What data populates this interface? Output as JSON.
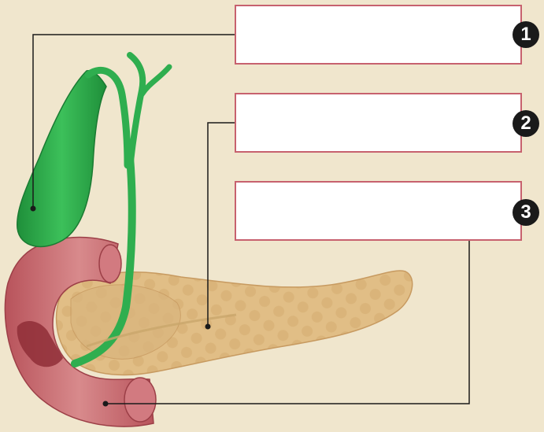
{
  "diagram": {
    "labels": [
      {
        "number": "1",
        "answer": ""
      },
      {
        "number": "2",
        "answer": ""
      },
      {
        "number": "3",
        "answer": ""
      }
    ]
  },
  "colors": {
    "background": "#f0e6cd",
    "box_border": "#c7616e",
    "gallbladder": "#2fae4f",
    "pancreas": "#dcb77f",
    "duodenum": "#c8636a",
    "badge": "#1a1a1a"
  }
}
